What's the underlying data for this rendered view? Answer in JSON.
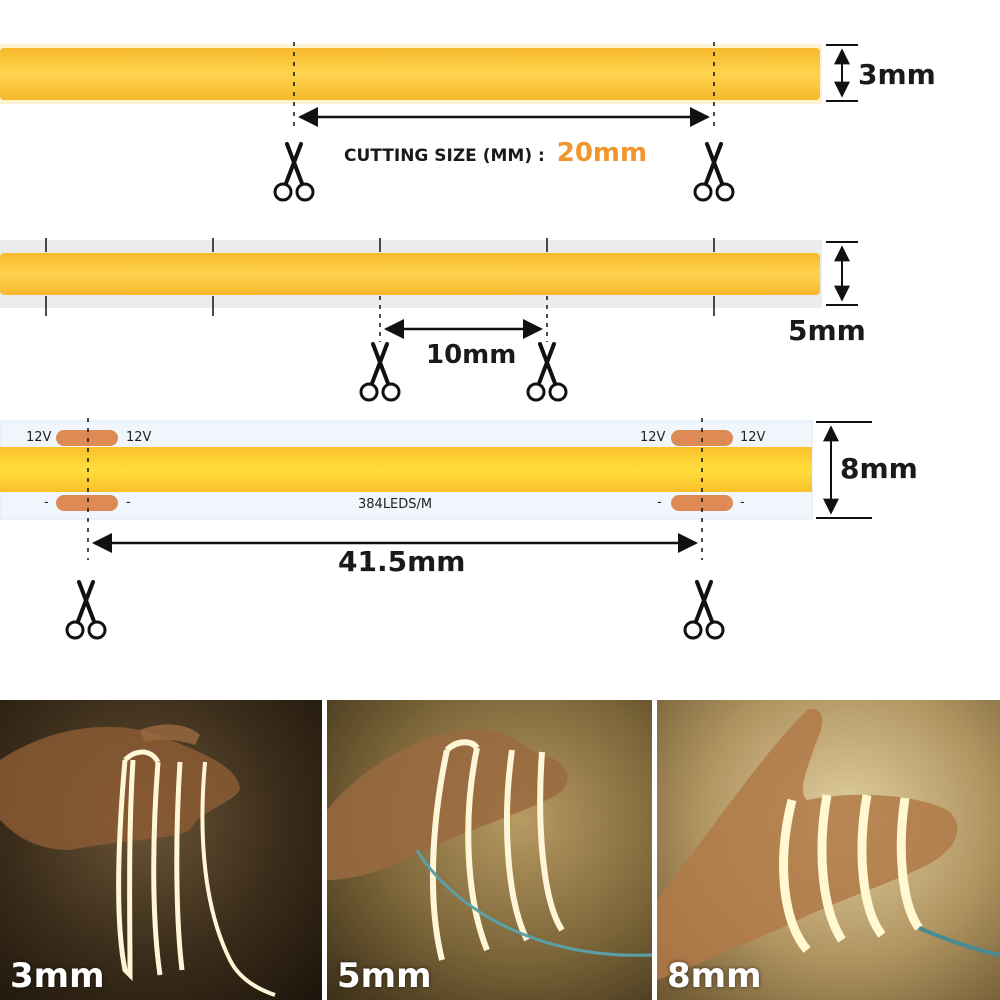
{
  "strip_3mm": {
    "width_label": "3mm",
    "cutting_prefix": "CUTTING SIZE (MM) :",
    "cutting_value": "20mm"
  },
  "strip_5mm": {
    "width_label": "5mm",
    "cut_label": "10mm"
  },
  "strip_8mm": {
    "width_label": "8mm",
    "cut_label": "41.5mm",
    "pad_voltage": "12V",
    "pad_minus": "-",
    "density_label": "384LEDS/M"
  },
  "photos": [
    {
      "label": "3mm"
    },
    {
      "label": "5mm"
    },
    {
      "label": "8mm"
    }
  ],
  "colors": {
    "strip_yellow": "#fcc83a",
    "accent_orange": "#f0962a",
    "solder_pad": "#dd8a55",
    "pcb": "#f0f6fc"
  }
}
